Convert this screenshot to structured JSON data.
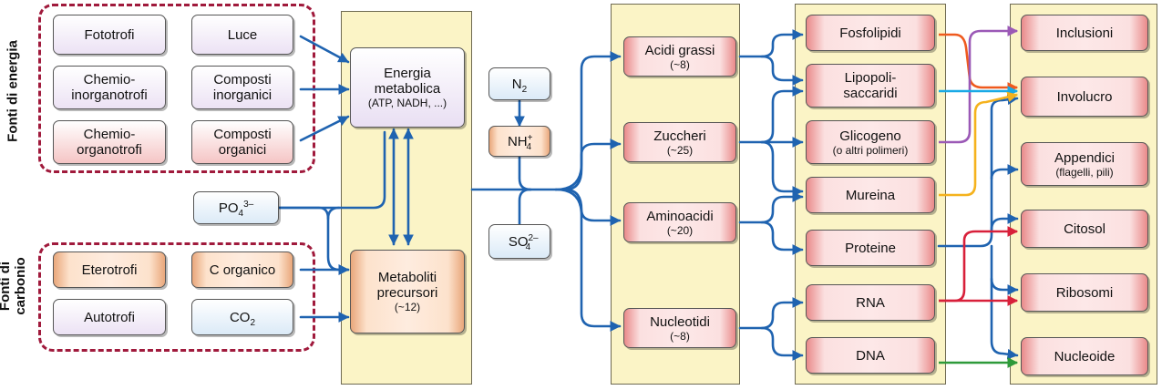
{
  "labels": {
    "energy_sources": "Fonti di energia",
    "carbon_sources": "Fonti di carbonio"
  },
  "energy": {
    "phototrophs": "Fototrofi",
    "light": "Luce",
    "chemolithotrophs": "Chemio-\ninorganotrofi",
    "inorganic_compounds": "Composti\ninorganici",
    "chemoorganotrophs": "Chemio-\norganotrofi",
    "organic_compounds": "Composti\norganici"
  },
  "carbon": {
    "heterotrophs": "Eterotrofi",
    "organic_carbon": "C organico",
    "autotrophs": "Autotrofi",
    "co2": "CO",
    "co2_sub": "2"
  },
  "inputs": {
    "phosphate": "PO",
    "phosphate_sub": "4",
    "phosphate_sup": "3–",
    "n2": "N",
    "n2_sub": "2",
    "nh4": "NH",
    "nh4_sub": "4",
    "nh4_sup": "+",
    "sulfate": "SO",
    "sulfate_sub": "4",
    "sulfate_sup": "2–"
  },
  "metabolism": {
    "energy": "Energia\nmetabolica",
    "energy_sub": "(ATP, NADH, ...)",
    "precursors": "Metaboliti\nprecursori",
    "precursors_sub": "(~12)"
  },
  "building_blocks": [
    {
      "name": "Acidi grassi",
      "count": "(~8)"
    },
    {
      "name": "Zuccheri",
      "count": "(~25)"
    },
    {
      "name": "Aminoacidi",
      "count": "(~20)"
    },
    {
      "name": "Nucleotidi",
      "count": "(~8)"
    }
  ],
  "macromolecules": [
    {
      "name": "Fosfolipidi",
      "note": ""
    },
    {
      "name": "Lipopoli-\nsaccaridi",
      "note": ""
    },
    {
      "name": "Glicogeno",
      "note": "(o altri polimeri)"
    },
    {
      "name": "Mureina",
      "note": ""
    },
    {
      "name": "Proteine",
      "note": ""
    },
    {
      "name": "RNA",
      "note": ""
    },
    {
      "name": "DNA",
      "note": ""
    }
  ],
  "structures": [
    {
      "name": "Inclusioni",
      "note": ""
    },
    {
      "name": "Involucro",
      "note": ""
    },
    {
      "name": "Appendici",
      "note": "(flagelli, pili)"
    },
    {
      "name": "Citosol",
      "note": ""
    },
    {
      "name": "Ribosomi",
      "note": ""
    },
    {
      "name": "Nucleoide",
      "note": ""
    }
  ],
  "colors": {
    "arrow_blue": "#1f63b0",
    "arrow_orange": "#ef5a1e",
    "arrow_purple": "#9b59b6",
    "arrow_cyan": "#19a9e6",
    "arrow_yellow": "#f5b21d",
    "arrow_red": "#d8203a",
    "arrow_green": "#2e9a3a",
    "frame_dashed": "#a01a3c",
    "panel_fill": "#fbf4c6"
  }
}
